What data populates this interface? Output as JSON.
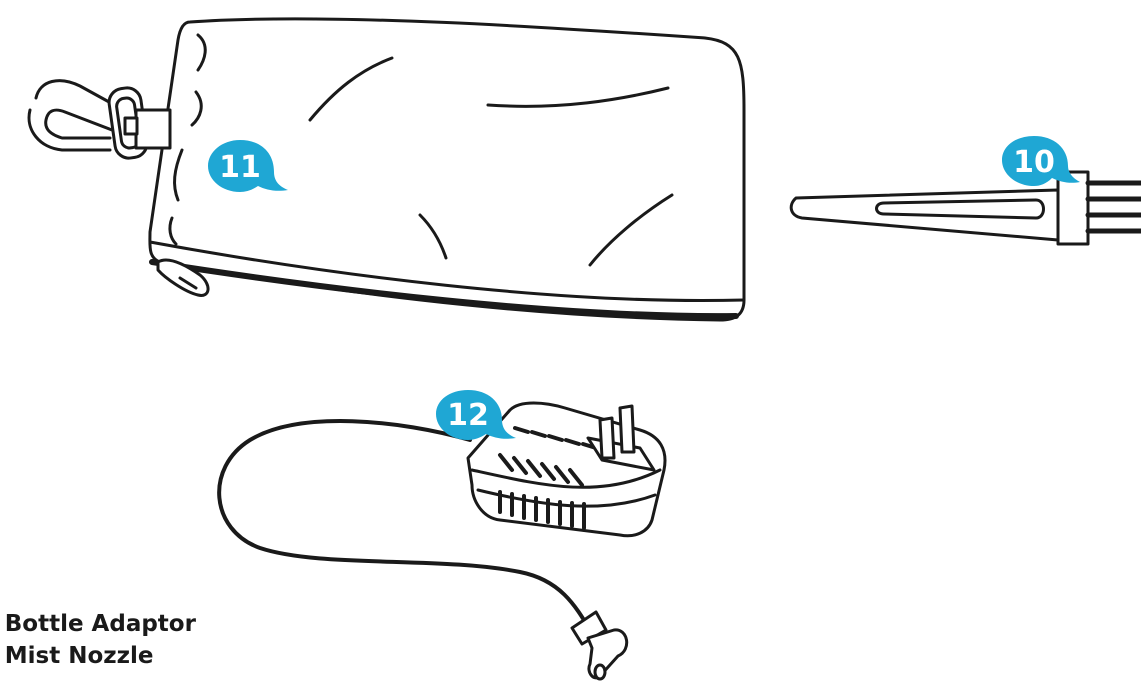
{
  "callouts": {
    "bag": "11",
    "brush": "10",
    "adapter": "12"
  },
  "parts_list": [
    ". Bottle Adaptor",
    ". Mist Nozzle"
  ],
  "colors": {
    "callout": "#1fa7d4",
    "line": "#1a1a1a"
  }
}
